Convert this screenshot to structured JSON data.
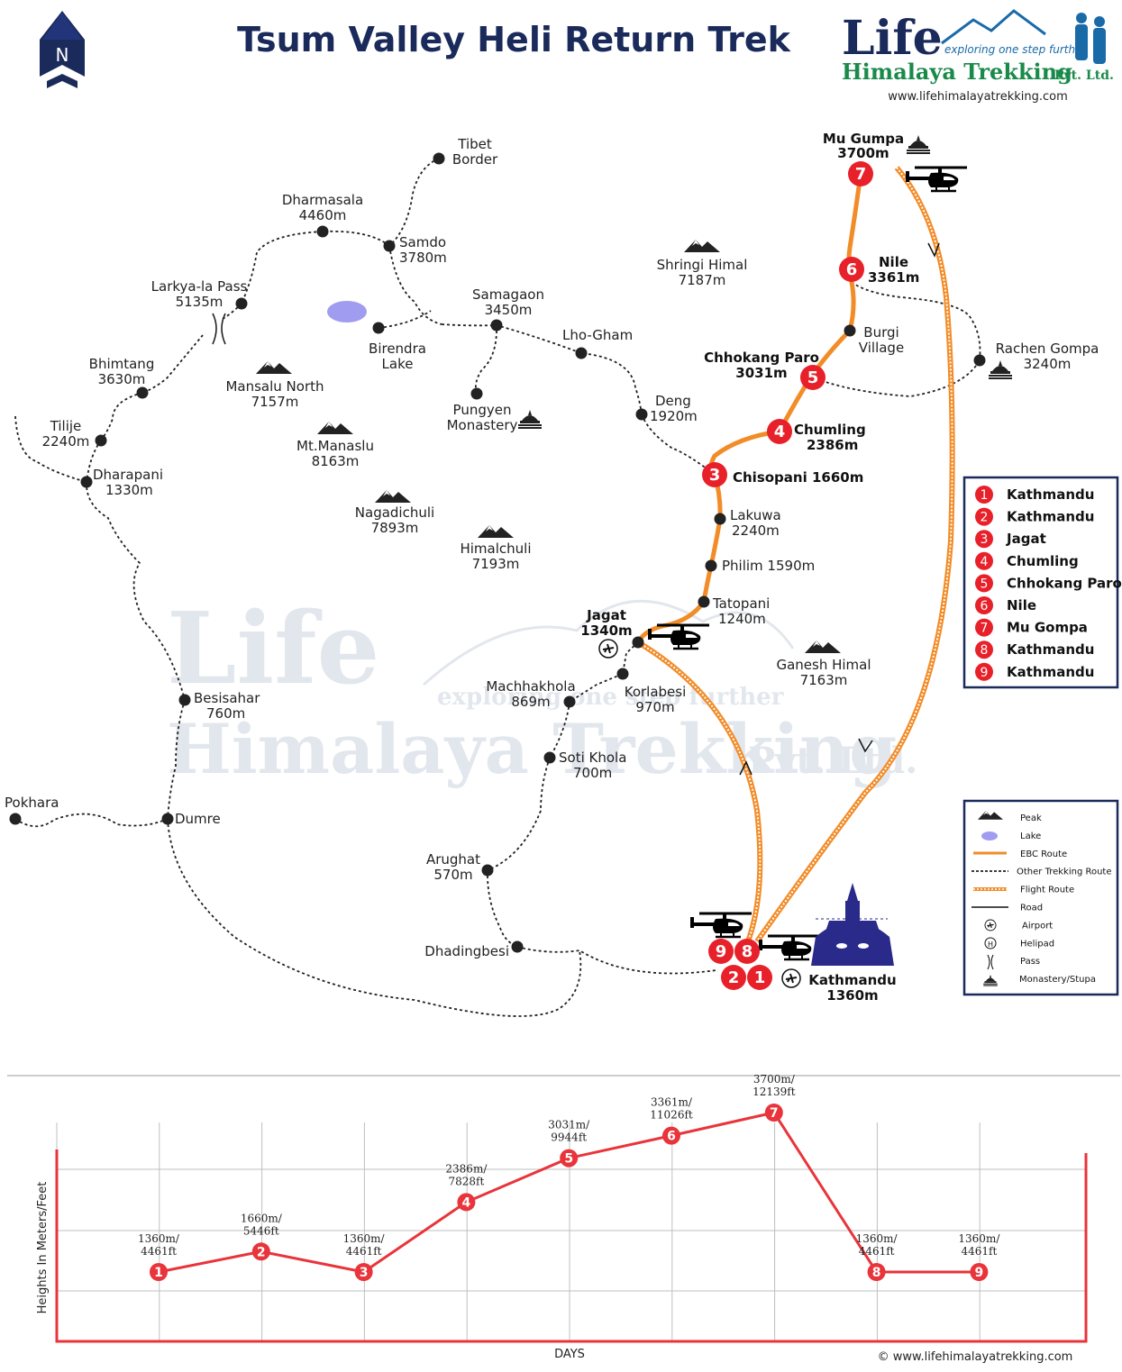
{
  "title": "Tsum Valley Heli Return Trek",
  "north_label": "N",
  "brand": {
    "logo_word": "Life",
    "tagline": "exploring one step further",
    "company": "Himalaya Trekking",
    "suffix": "Pvt. Ltd.",
    "url": "www.lifehimalayatrekking.com"
  },
  "places": [
    {
      "id": "tibet-border",
      "name": "Tibet",
      "name2": "Border",
      "alt": ""
    },
    {
      "id": "dharmasala",
      "name": "Dharmasala",
      "alt": "4460m"
    },
    {
      "id": "samdo",
      "name": "Samdo",
      "alt": "3780m"
    },
    {
      "id": "larkya",
      "name": "Larkya-la Pass",
      "alt": "5135m"
    },
    {
      "id": "birendra",
      "name": "Birendra",
      "name2": "Lake",
      "alt": ""
    },
    {
      "id": "samagaon",
      "name": "Samagaon",
      "alt": "3450m"
    },
    {
      "id": "lhogham",
      "name": "Lho-Gham",
      "alt": ""
    },
    {
      "id": "bhimtang",
      "name": "Bhimtang",
      "alt": "3630m"
    },
    {
      "id": "pungyen",
      "name": "Pungyen",
      "name2": "Monastery",
      "alt": ""
    },
    {
      "id": "deng",
      "name": "Deng",
      "alt": "1920m"
    },
    {
      "id": "tilije",
      "name": "Tilije",
      "alt": "2240m"
    },
    {
      "id": "dharapani",
      "name": "Dharapani",
      "alt": "1330m"
    },
    {
      "id": "lakuwa",
      "name": "Lakuwa",
      "alt": "2240m"
    },
    {
      "id": "philim",
      "name": "Philim 1590m",
      "alt": ""
    },
    {
      "id": "tatopani",
      "name": "Tatopani",
      "alt": "1240m"
    },
    {
      "id": "machhakhola",
      "name": "Machhakhola",
      "alt": "869m"
    },
    {
      "id": "korlabesi",
      "name": "Korlabesi",
      "alt": "970m"
    },
    {
      "id": "besisahar",
      "name": "Besisahar",
      "alt": "760m"
    },
    {
      "id": "sotikhola",
      "name": "Soti Khola",
      "alt": "700m"
    },
    {
      "id": "pokhara",
      "name": "Pokhara",
      "alt": ""
    },
    {
      "id": "dumre",
      "name": "Dumre",
      "alt": ""
    },
    {
      "id": "arughat",
      "name": "Arughat",
      "alt": "570m"
    },
    {
      "id": "dhadingbesi",
      "name": "Dhadingbesi",
      "alt": ""
    },
    {
      "id": "burgi",
      "name": "Burgi",
      "name2": "Village",
      "alt": ""
    },
    {
      "id": "rachen",
      "name": "Rachen Gompa",
      "alt": "3240m"
    }
  ],
  "stops": [
    {
      "id": "mugumpa",
      "name": "Mu Gumpa",
      "alt": "3700m"
    },
    {
      "id": "nile",
      "name": "Nile",
      "alt": "3361m"
    },
    {
      "id": "chhokang",
      "name": "Chhokang Paro",
      "alt": "3031m"
    },
    {
      "id": "chumling",
      "name": "Chumling",
      "alt": "2386m"
    },
    {
      "id": "chisopani",
      "name": "Chisopani 1660m",
      "alt": ""
    },
    {
      "id": "jagat",
      "name": "Jagat",
      "alt": "1340m"
    },
    {
      "id": "kathmandu",
      "name": "Kathmandu",
      "alt": "1360m"
    }
  ],
  "peaks": [
    {
      "name": "Shringi Himal",
      "alt": "7187m"
    },
    {
      "name": "Mansalu North",
      "alt": "7157m"
    },
    {
      "name": "Mt.Manaslu",
      "alt": "8163m"
    },
    {
      "name": "Nagadichuli",
      "alt": "7893m"
    },
    {
      "name": "Himalchuli",
      "alt": "7193m"
    },
    {
      "name": "Ganesh Himal",
      "alt": "7163m"
    }
  ],
  "itinerary": [
    {
      "day": "1",
      "place": "Kathmandu"
    },
    {
      "day": "2",
      "place": "Kathmandu"
    },
    {
      "day": "3",
      "place": "Jagat"
    },
    {
      "day": "4",
      "place": "Chumling"
    },
    {
      "day": "5",
      "place": "Chhokang Paro"
    },
    {
      "day": "6",
      "place": "Nile"
    },
    {
      "day": "7",
      "place": "Mu Gompa"
    },
    {
      "day": "8",
      "place": "Kathmandu"
    },
    {
      "day": "9",
      "place": "Kathmandu"
    }
  ],
  "legend": [
    {
      "label": "Peak",
      "icon": "peak-icon"
    },
    {
      "label": "Lake",
      "icon": "lake-icon"
    },
    {
      "label": "EBC Route",
      "icon": "ebc-route-icon"
    },
    {
      "label": "Other Trekking Route",
      "icon": "trek-route-icon"
    },
    {
      "label": "Flight Route",
      "icon": "flight-route-icon"
    },
    {
      "label": "Road",
      "icon": "road-icon"
    },
    {
      "label": "Airport",
      "icon": "airport-icon"
    },
    {
      "label": "Helipad",
      "icon": "helipad-icon"
    },
    {
      "label": "Pass",
      "icon": "pass-icon"
    },
    {
      "label": "Monastery/Stupa",
      "icon": "stupa-icon"
    }
  ],
  "profile": {
    "xlabel": "DAYS",
    "ylabel": "Heights In Meters/Feet",
    "copyright": "©  www.lifehimalayatrekking.com",
    "points": [
      {
        "day": 1,
        "m": 1360,
        "label_m": "1360m/",
        "label_ft": "4461ft"
      },
      {
        "day": 2,
        "m": 1660,
        "label_m": "1660m/",
        "label_ft": "5446ft"
      },
      {
        "day": 3,
        "m": 1360,
        "label_m": "1360m/",
        "label_ft": "4461ft"
      },
      {
        "day": 4,
        "m": 2386,
        "label_m": "2386m/",
        "label_ft": "7828ft"
      },
      {
        "day": 5,
        "m": 3031,
        "label_m": "3031m/",
        "label_ft": "9944ft"
      },
      {
        "day": 6,
        "m": 3361,
        "label_m": "3361m/",
        "label_ft": "11026ft"
      },
      {
        "day": 7,
        "m": 3700,
        "label_m": "3700m/",
        "label_ft": "12139ft"
      },
      {
        "day": 8,
        "m": 1360,
        "label_m": "1360m/",
        "label_ft": "4461ft"
      },
      {
        "day": 9,
        "m": 1360,
        "label_m": "1360m/",
        "label_ft": "4461ft"
      }
    ]
  },
  "colors": {
    "route": "#f28c28",
    "marker": "#e8202a",
    "navy": "#1a2a5a",
    "lake": "#a09cf0",
    "profile_line": "#e8343a"
  }
}
